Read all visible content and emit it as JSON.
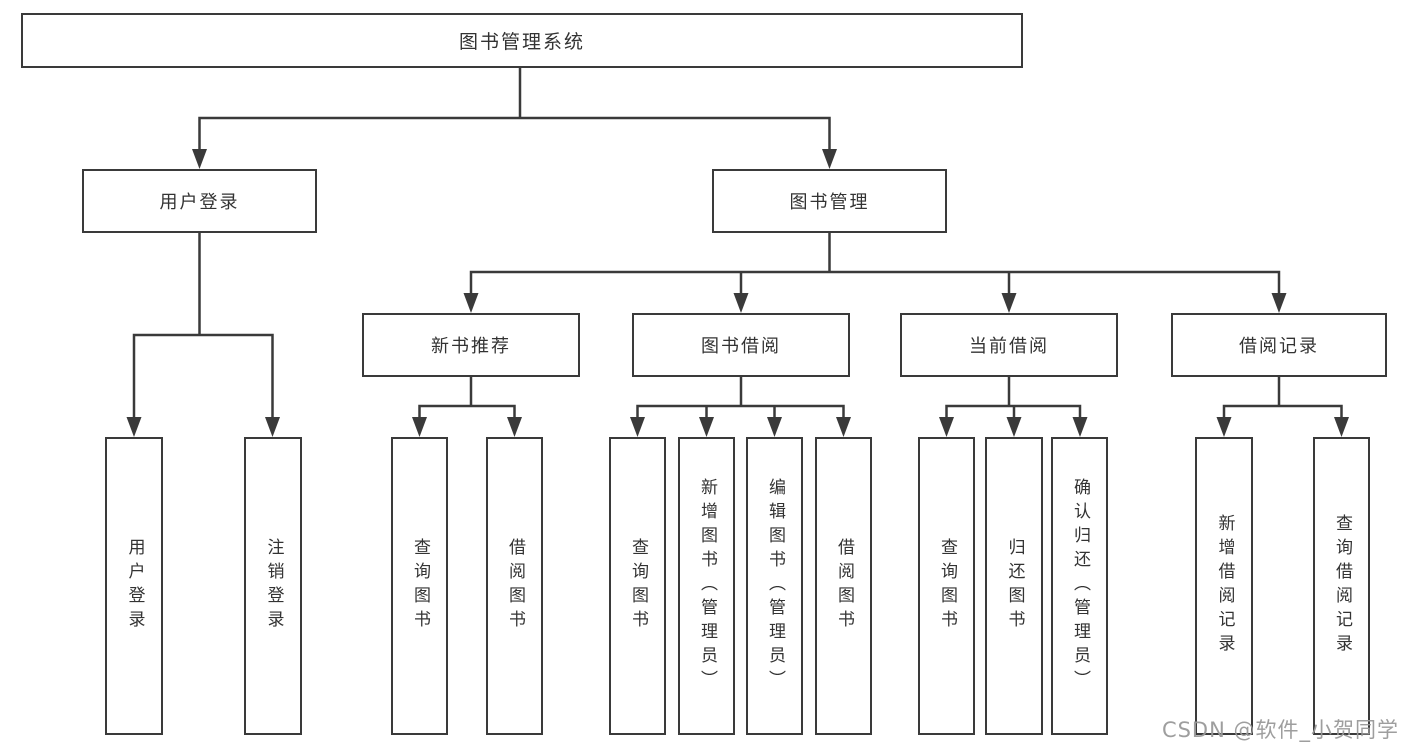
{
  "diagram": {
    "root": {
      "label": "图书管理系统"
    },
    "level2": [
      {
        "label": "用户登录"
      },
      {
        "label": "图书管理"
      }
    ],
    "level3": [
      {
        "label": "新书推荐"
      },
      {
        "label": "图书借阅"
      },
      {
        "label": "当前借阅"
      },
      {
        "label": "借阅记录"
      }
    ],
    "level4": [
      {
        "label": "用户登录",
        "parent": "用户登录"
      },
      {
        "label": "注销登录",
        "parent": "用户登录"
      },
      {
        "label": "查询图书",
        "parent": "新书推荐"
      },
      {
        "label": "借阅图书",
        "parent": "新书推荐"
      },
      {
        "label": "查询图书",
        "parent": "图书借阅"
      },
      {
        "label": "新增图书（管理员）",
        "parent": "图书借阅"
      },
      {
        "label": "编辑图书（管理员）",
        "parent": "图书借阅"
      },
      {
        "label": "借阅图书",
        "parent": "图书借阅"
      },
      {
        "label": "查询图书",
        "parent": "当前借阅"
      },
      {
        "label": "归还图书",
        "parent": "当前借阅"
      },
      {
        "label": "确认归还（管理员）",
        "parent": "当前借阅"
      },
      {
        "label": "新增借阅记录",
        "parent": "借阅记录"
      },
      {
        "label": "查询借阅记录",
        "parent": "借阅记录"
      }
    ]
  },
  "watermark": {
    "text": "CSDN @软件_小贺同学"
  },
  "colors": {
    "line": "#3a3a3a",
    "text": "#333333",
    "watermark": "#999999",
    "background": "#ffffff"
  }
}
